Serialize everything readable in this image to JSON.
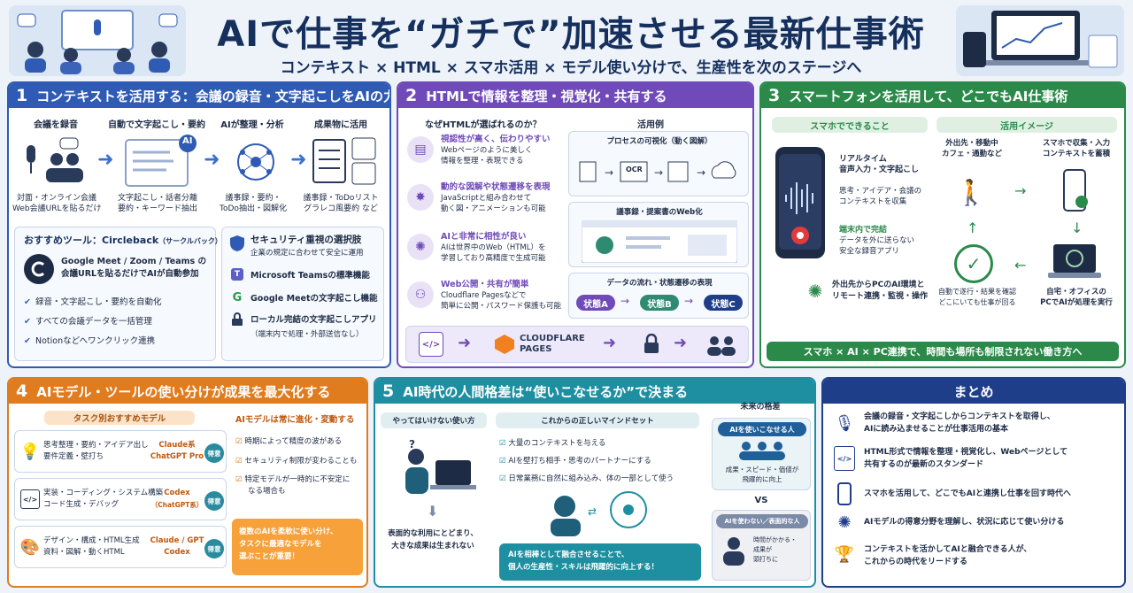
{
  "header": {
    "title": "AIで仕事を“ガチで”加速させる最新仕事術",
    "subtitle": "コンテキスト × HTML × スマホ活用 × モデル使い分けで、生産性を次のステージへ"
  },
  "p1": {
    "num": "1",
    "title": "コンテキストを活用する：会議の録音・文字起こしをAIの力に",
    "steps": [
      {
        "label": "会議を録音",
        "desc1": "対面・オンライン会議",
        "desc2": "Web会議URLを貼るだけ"
      },
      {
        "label": "自動で文字起こし・要約",
        "desc1": "文字起こし・話者分離",
        "desc2": "要約・キーワード抽出"
      },
      {
        "label": "AIが整理・分析",
        "desc1": "議事録・要約・",
        "desc2": "ToDo抽出・図解化"
      },
      {
        "label": "成果物に活用",
        "desc1": "議事録・ToDoリスト",
        "desc2": "グラレコ風要約 など"
      }
    ],
    "ai_badge": "AI",
    "tool_title": "おすすめツール：Circleback",
    "tool_title_small": "（サークルバック）",
    "tool_desc1": "Google Meet / Zoom / Teams の",
    "tool_desc2": "会議URLを貼るだけでAIが自動参加",
    "tool_items": [
      "録音・文字起こし・要約を自動化",
      "すべての会議データを一括管理",
      "Notionなどへワンクリック連携"
    ],
    "sec_title": "セキュリティ重視の選択肢",
    "sec_desc": "企業の規定に合わせて安全に運用",
    "sec_items": [
      "Microsoft Teamsの標準機能",
      "Google Meetの文字起こし機能",
      "ローカル完結の文字起こしアプリ"
    ],
    "sec_note": "（端末内で処理・外部送信なし）"
  },
  "p2": {
    "num": "2",
    "title": "HTMLで情報を整理・視覚化・共有する",
    "why_title": "なぜHTMLが選ばれるのか？",
    "examples_title": "活用例",
    "reasons": [
      {
        "title": "視認性が高く、伝わりやすい",
        "d1": "Webページのように美しく",
        "d2": "情報を整理・表現できる"
      },
      {
        "title": "動的な図解や状態遷移を表現",
        "d1": "JavaScriptと組み合わせて",
        "d2": "動く図・アニメーションも可能"
      },
      {
        "title": "AIと非常に相性が良い",
        "d1": "AIは世界中のWeb（HTML）を",
        "d2": "学習しており高精度で生成可能"
      },
      {
        "title": "Web公開・共有が簡単",
        "d1": "Cloudflare Pagesなどで",
        "d2": "簡単に公開・パスワード保護も可能"
      }
    ],
    "ex1": "プロセスの可視化（動く図解）",
    "ex1_ocr": "OCR",
    "ex2": "議事録・提案書のWeb化",
    "ex3": "データの流れ・状態遷移の表現",
    "states": [
      "状態A",
      "状態B",
      "状態C"
    ],
    "cf1": "CLOUDFLARE",
    "cf2": "PAGES"
  },
  "p3": {
    "num": "3",
    "title": "スマートフォンを活用して、どこでもAI仕事術",
    "can_title": "スマホでできること",
    "use_title": "活用イメージ",
    "can_items": [
      {
        "t1": "リアルタイム",
        "t2": "音声入力・文字起こし"
      },
      {
        "t1": "思考・アイデア・会議の",
        "t2": "コンテキストを収集"
      },
      {
        "t1": "端末内で完結",
        "t2": ""
      },
      {
        "t1": "データを外に送らない",
        "t2": "安全な録音アプリ"
      }
    ],
    "remote1": "外出先からPCのAI環境と",
    "remote2": "リモート連携・監視・操作",
    "cycle": [
      {
        "t1": "外出先・移動中",
        "t2": "カフェ・通勤など"
      },
      {
        "t1": "スマホで収集・入力",
        "t2": "コンテキストを蓄積"
      },
      {
        "t1": "自宅・オフィスの",
        "t2": "PCでAIが処理を実行"
      },
      {
        "t1": "自動で遂行・結果を確認",
        "t2": "どこにいても仕事が回る"
      }
    ],
    "banner": "スマホ × AI × PC連携で、時間も場所も制限されない働き方へ"
  },
  "p4": {
    "num": "4",
    "title": "AIモデル・ツールの使い分けが成果を最大化する",
    "task_title": "タスク別おすすめモデル",
    "tasks": [
      {
        "d1": "思考整理・要約・アイデア出し",
        "d2": "要件定義・壁打ち",
        "m1": "Claude系",
        "m2": "ChatGPT Pro",
        "badge": "得意"
      },
      {
        "d1": "実装・コーディング・システム構築",
        "d2": "コード生成・デバッグ",
        "m1": "Codex",
        "m2": "（ChatGPT系）",
        "badge": "得意"
      },
      {
        "d1": "デザイン・構成・HTML生成",
        "d2": "資料・図解・動くHTML",
        "m1": "Claude / GPT",
        "m2": "Codex",
        "badge": "得意"
      }
    ],
    "evolve_title": "AIモデルは常に進化・変動する",
    "evolve_items": [
      "時期によって精度の波がある",
      "セキュリティ制限が変わることも",
      "特定モデルが一時的に不安定に"
    ],
    "evolve_note": "なる場合も",
    "tip1": "複数のAIを柔軟に使い分け、",
    "tip2": "タスクに最適なモデルを",
    "tip3": "選ぶことが重要！"
  },
  "p5": {
    "num": "5",
    "title": "AI時代の人間格差は“使いこなせるか”で決まる",
    "dont_title": "やってはいけない使い方",
    "dont1": "表面的な利用にとどまり、",
    "dont2": "大きな成果は生まれない",
    "mind_title": "これからの正しいマインドセット",
    "mind_items": [
      "大量のコンテキストを与える",
      "AIを壁打ち相手・思考のパートナーにする",
      "日常業務に自然に組み込み、体の一部として使う"
    ],
    "mind_banner1": "AIを相棒として融合させることで、",
    "mind_banner2": "個人の生産性・スキルは飛躍的に向上する！",
    "future_title": "未来の格差",
    "good_title": "AIを使いこなせる人",
    "good_d1": "成果・スピード・価値が",
    "good_d2": "飛躍的に向上",
    "vs": "VS",
    "bad_title": "AIを使わない／表面的な人",
    "bad_d1": "時間がかかる・",
    "bad_d2": "成果が",
    "bad_d3": "頭打ちに"
  },
  "p6": {
    "title": "まとめ",
    "items": [
      {
        "l1": "会議の録音・文字起こしからコンテキストを取得し、",
        "l2": "AIに読み込ませることが仕事活用の基本"
      },
      {
        "l1": "HTML形式で情報を整理・視覚化し、Webページとして",
        "l2": "共有するのが最新のスタンダード"
      },
      {
        "l1": "スマホを活用して、どこでもAIと連携し仕事を回す時代へ",
        "l2": ""
      },
      {
        "l1": "AIモデルの得意分野を理解し、状況に応じて使い分ける",
        "l2": ""
      },
      {
        "l1": "コンテキストを活かしてAIと融合できる人が、",
        "l2": "これからの時代をリードする"
      }
    ]
  },
  "colors": {
    "blue": "#2f5bb5",
    "purple": "#6f4ab8",
    "green": "#2b8a4a",
    "orange": "#e07b1e",
    "teal": "#1d8fa0",
    "navy": "#1f3e8a"
  }
}
